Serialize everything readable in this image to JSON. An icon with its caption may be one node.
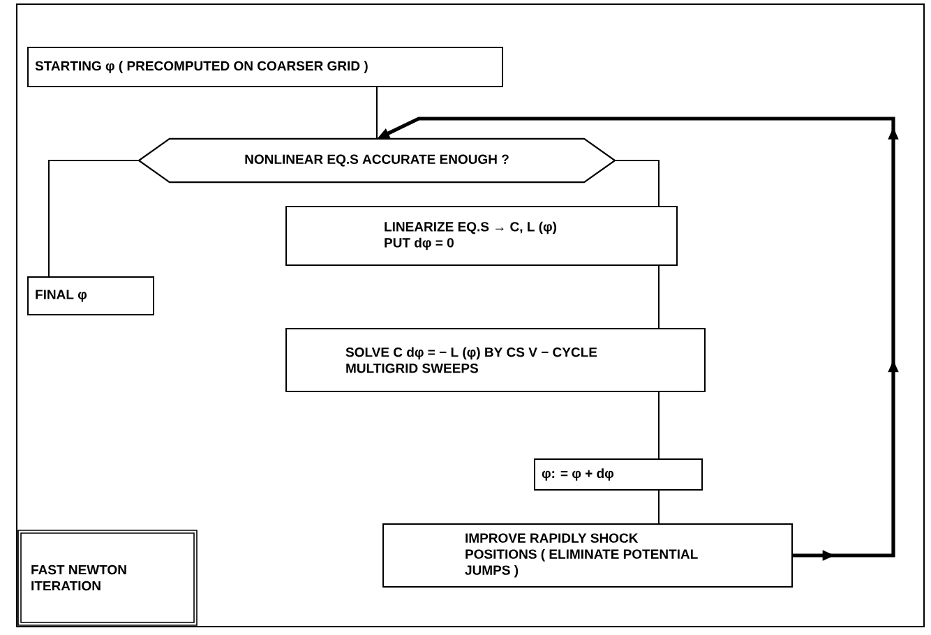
{
  "diagram": {
    "nodes": [
      {
        "text": [
          "STARTING φ ( PRECOMPUTED ON COARSER GRID )"
        ]
      },
      {
        "text": [
          "NONLINEAR EQ.S ACCURATE ENOUGH ?"
        ]
      },
      {
        "text": [
          "FINAL φ"
        ]
      },
      {
        "text": [
          "LINEARIZE EQ.S → C, L (φ) PUT dφ = 0"
        ]
      },
      {
        "text": [
          "SOLVE C dφ = − L (φ) BY CS V − CYCLE MULTIGRID SWEEPS"
        ]
      },
      {
        "text": [
          "φ: = φ + dφ"
        ]
      },
      {
        "text": [
          "IMPROVE RAPIDLY SHOCK POSITIONS ( ELIMINATE POTENTIAL JUMPS )"
        ]
      },
      {
        "text": [
          "FAST NEWTON ITERATION"
        ]
      }
    ],
    "edges": [
      {
        "from": 0,
        "to": 1,
        "arrow": "none"
      },
      {
        "from": 1,
        "to": 2,
        "arrow": "none"
      },
      {
        "from": 1,
        "to": 3,
        "arrow": "none"
      },
      {
        "from": 3,
        "to": 4,
        "arrow": "none"
      },
      {
        "from": 4,
        "to": 5,
        "arrow": "none"
      },
      {
        "from": 5,
        "to": 6,
        "arrow": "none"
      },
      {
        "from": 6,
        "to": 1,
        "arrow": "to",
        "style": "thick"
      }
    ]
  }
}
